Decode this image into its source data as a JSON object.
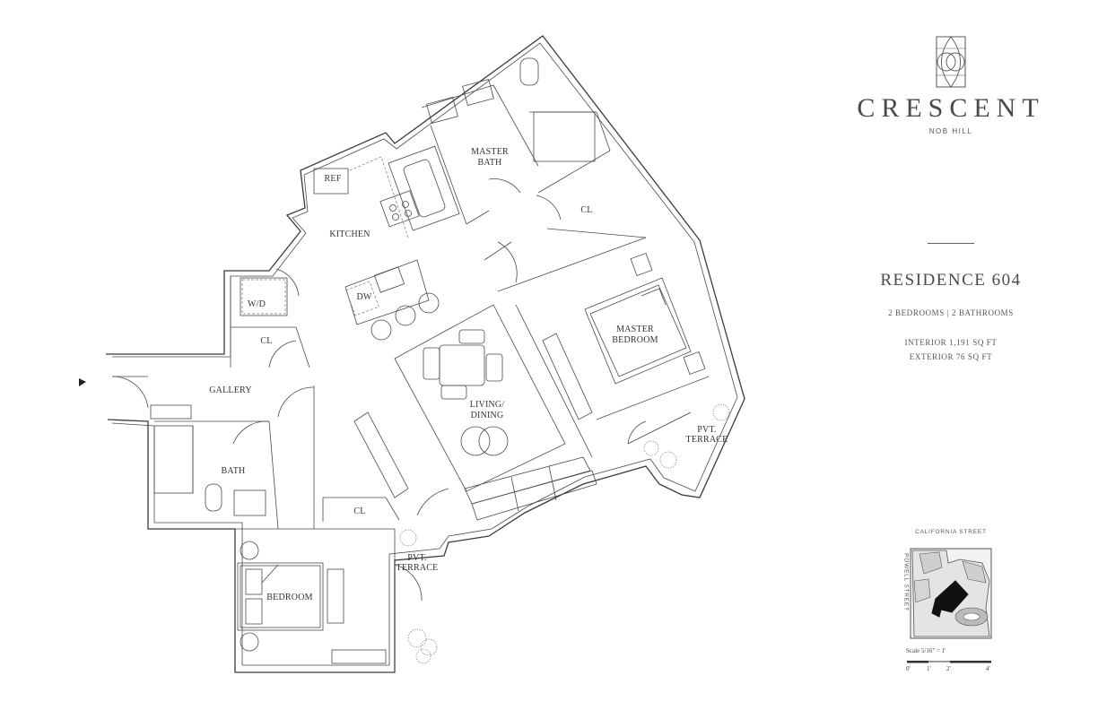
{
  "brand": {
    "name": "CRESCENT",
    "location": "NOB HILL"
  },
  "residence": {
    "title": "RESIDENCE 604",
    "beds": "2 BEDROOMS",
    "baths": "2 BATHROOMS",
    "divider": "|",
    "interior": "INTERIOR 1,191  SQ FT",
    "exterior": "EXTERIOR 76 SQ FT"
  },
  "rooms": {
    "ref": "REF",
    "kitchen": "KITCHEN",
    "dw": "DW",
    "wd": "W/D",
    "cl1": "CL",
    "gallery": "GALLERY",
    "bath": "BATH",
    "master_bath_1": "MASTER",
    "master_bath_2": "BATH",
    "cl2": "CL",
    "master_bedroom_1": "MASTER",
    "master_bedroom_2": "BEDROOM",
    "living_1": "LIVING/",
    "living_2": "DINING",
    "terrace_1a": "PVT.",
    "terrace_1b": "TERRACE",
    "cl3": "CL",
    "terrace_2a": "PVT.",
    "terrace_2b": "TERRACE",
    "bedroom": "BEDROOM"
  },
  "keymap": {
    "street_top": "CALIFORNIA STREET",
    "street_side": "POWELL STREET",
    "scale": "Scale 5/16\" = 1'",
    "ticks": [
      "0'",
      "1'",
      "2'",
      "4'"
    ]
  },
  "colors": {
    "line": "#3a3a3a",
    "text": "#4a4a4a",
    "highlight": "#111111"
  }
}
